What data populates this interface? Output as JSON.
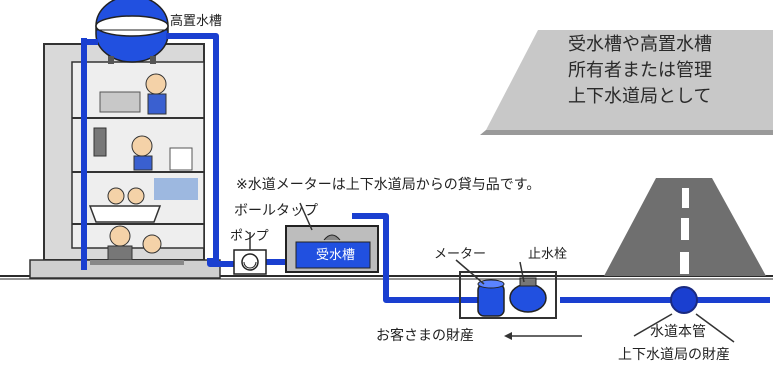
{
  "labels": {
    "elevated_tank": "高置水槽",
    "meter_note": "※水道メーターは上下水道局からの貸与品です。",
    "ball_tap": "ボールタップ",
    "pump": "ポンプ",
    "receiving_tank": "受水槽",
    "meter": "メーター",
    "stop_valve": "止水栓",
    "customer_property": "お客さまの財産",
    "water_main": "水道本管",
    "bureau_property": "上下水道局の財産"
  },
  "callout": {
    "line1": "受水槽や高置水槽",
    "line2": "所有者または管理",
    "line3": "上下水道局として"
  },
  "colors": {
    "pipe": "#1a3fd0",
    "building": "#d9d9d9",
    "road": "#666666",
    "callout_bg": "#c8c8c8",
    "ground": "#2b2b2b"
  }
}
